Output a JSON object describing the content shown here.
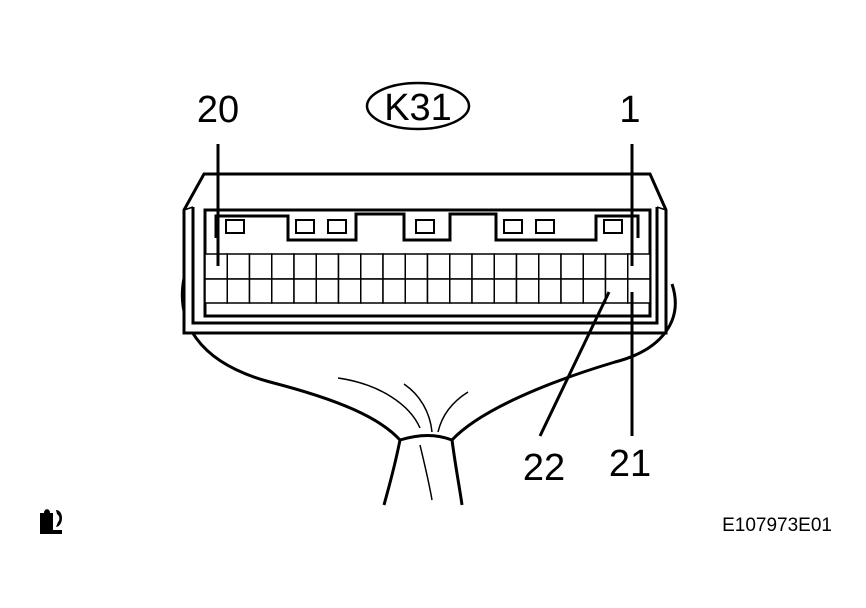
{
  "connector": {
    "label": "K31"
  },
  "pins": {
    "top_left": "20",
    "top_right": "1",
    "bottom_right": "21",
    "bottom_second": "22",
    "top_row_count": 20,
    "bottom_row_count": 20
  },
  "figure_code": "E107973E01",
  "icons": {
    "corner": "person-seat-icon"
  }
}
